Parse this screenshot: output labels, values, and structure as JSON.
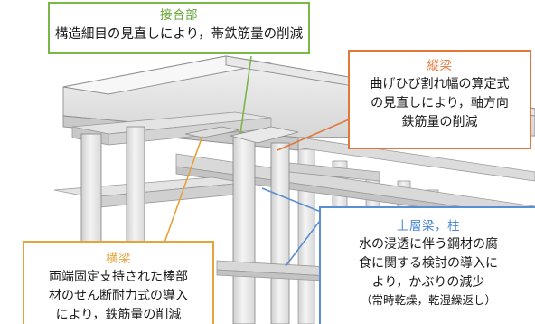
{
  "callouts": {
    "joint": {
      "title": "接合部",
      "lines": [
        "構造細目の見直しにより，帯鉄筋量の削減"
      ],
      "color": "#7ab648"
    },
    "longitudinal_beam": {
      "title": "縦梁",
      "lines": [
        "曲げひび割れ幅の算定式",
        "の見直しにより，軸方向",
        "鉄筋量の削減"
      ],
      "color": "#e2783a"
    },
    "cross_beam": {
      "title": "横梁",
      "lines": [
        "両端固定支持された棒部",
        "材のせん断耐力式の導入",
        "により，鉄筋量の削減"
      ],
      "color": "#e5a33c"
    },
    "upper_beam_column": {
      "title": "上層梁，柱",
      "lines": [
        "水の浸透に伴う鋼材の腐",
        "食に関する検討の導入に",
        "より，かぶりの減少"
      ],
      "note": "（常時乾燥，乾湿繰返し）",
      "color": "#5b8ed0"
    }
  }
}
